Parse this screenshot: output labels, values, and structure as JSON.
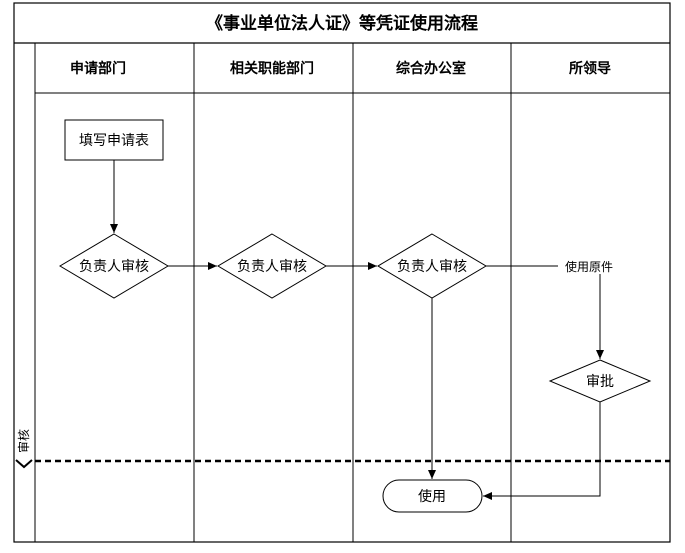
{
  "title": "《事业单位法人证》等凭证使用流程",
  "lanes": [
    {
      "label": "申请部门"
    },
    {
      "label": "相关职能部门"
    },
    {
      "label": "综合办公室"
    },
    {
      "label": "所领导"
    }
  ],
  "phase_label": "审核",
  "nodes": {
    "fill_form": "填写申请表",
    "review_applicant": "负责人审核",
    "review_functional": "负责人审核",
    "review_office": "负责人审核",
    "approve": "审批",
    "use": "使用"
  },
  "edge_labels": {
    "use_original": "使用原件"
  },
  "colors": {
    "line": "#000000",
    "background": "#ffffff"
  }
}
